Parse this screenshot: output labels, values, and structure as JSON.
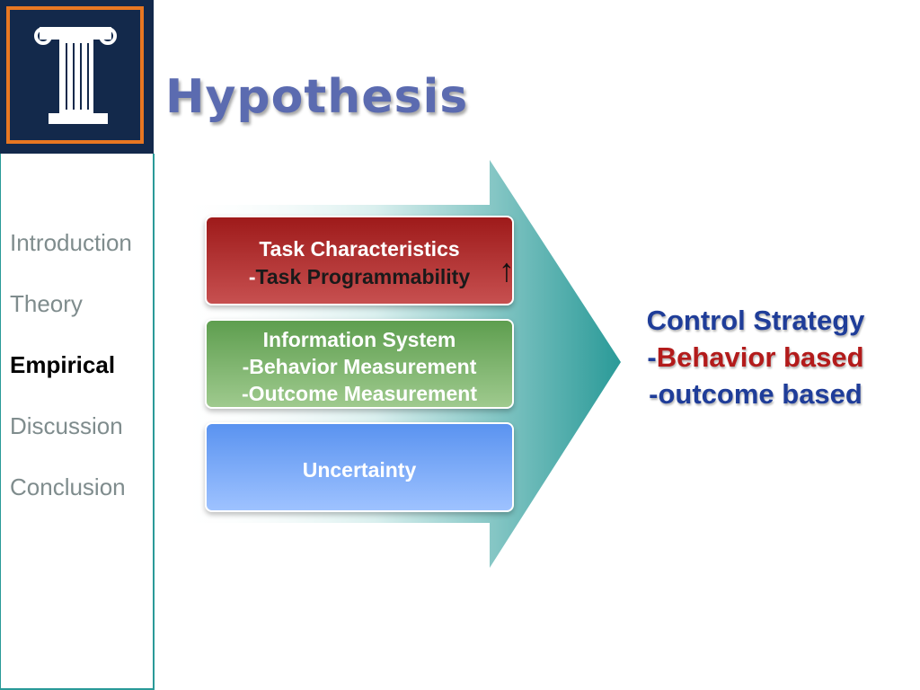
{
  "title": "Hypothesis",
  "nav": [
    {
      "label": "Introduction",
      "active": false
    },
    {
      "label": "Theory",
      "active": false
    },
    {
      "label": "Empirical",
      "active": true
    },
    {
      "label": "Discussion",
      "active": false
    },
    {
      "label": "Conclusion",
      "active": false
    }
  ],
  "boxes": {
    "task": {
      "title": "Task Characteristics",
      "prefix": "-",
      "item": "Task Programmability",
      "trend_symbol": "↑"
    },
    "info": {
      "title": "Information System",
      "item1": "-Behavior Measurement",
      "item2": "-Outcome Measurement"
    },
    "uncertainty": {
      "title": "Uncertainty"
    }
  },
  "result": {
    "title": "Control Strategy",
    "line1_prefix": "-",
    "line1_text": "Behavior based",
    "line2": "-outcome based"
  },
  "colors": {
    "brand_navy": "#13294b",
    "brand_orange": "#e87722",
    "arrow_teal": "#2a9a98",
    "task_red": "#9e1a1a",
    "info_green": "#5e9e4f",
    "uncertainty_blue": "#5a93f0",
    "result_blue": "#1f3d99",
    "result_red": "#b31b1b"
  }
}
